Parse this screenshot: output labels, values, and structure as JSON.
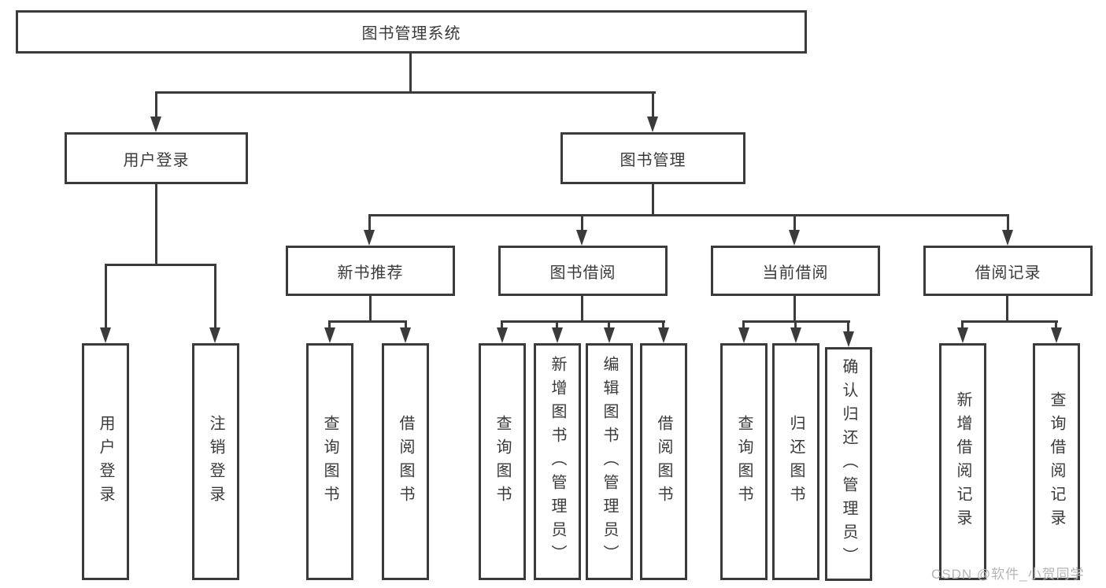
{
  "tree": {
    "root": {
      "label": "图书管理系统"
    },
    "branches": [
      {
        "label": "用户登录",
        "children": [
          {
            "label": "用户登录"
          },
          {
            "label": "注销登录"
          }
        ]
      },
      {
        "label": "图书管理",
        "children": [
          {
            "label": "新书推荐",
            "children": [
              {
                "label": "查询图书"
              },
              {
                "label": "借阅图书"
              }
            ]
          },
          {
            "label": "图书借阅",
            "children": [
              {
                "label": "查询图书"
              },
              {
                "label": "新增图书（管理员）"
              },
              {
                "label": "编辑图书（管理员）"
              },
              {
                "label": "借阅图书"
              }
            ]
          },
          {
            "label": "当前借阅",
            "children": [
              {
                "label": "查询图书"
              },
              {
                "label": "归还图书"
              },
              {
                "label": "确认归还（管理员）"
              }
            ]
          },
          {
            "label": "借阅记录",
            "children": [
              {
                "label": "新增借阅记录"
              },
              {
                "label": "查询借阅记录"
              }
            ]
          }
        ]
      }
    ]
  },
  "icons": {
    "arrowhead": "▼"
  },
  "watermark": {
    "text": "CSDN @软件_小贺同学"
  },
  "colors": {
    "line": "#3b3b3b",
    "text": "#3a3a3a",
    "background": "#ffffff",
    "watermark": "#b5b5b5"
  }
}
